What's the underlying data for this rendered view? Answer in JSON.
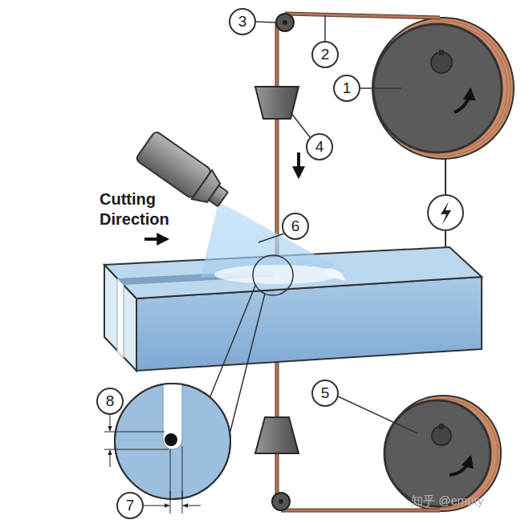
{
  "diagram": {
    "labels": [
      "3",
      "2",
      "1",
      "4",
      "Cutting Direction",
      "6",
      "8",
      "5",
      "7",
      "知乎 @empty"
    ]
  }
}
